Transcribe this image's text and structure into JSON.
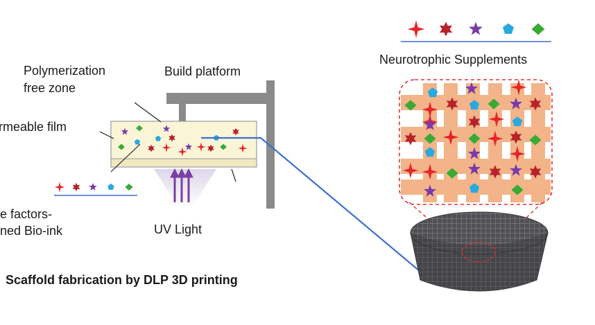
{
  "labels": {
    "polymerization_line1": "Polymerization",
    "polymerization_line2": "free zone",
    "build_platform": "Build platform",
    "permeable_film": "rmeable film",
    "bioink_line1": "e factors-",
    "bioink_line2": "ned Bio-ink",
    "uv_light": "UV Light",
    "caption": "Scaffold fabrication by DLP 3D printing",
    "neurotrophic": "Neurotrophic Supplements"
  },
  "colors": {
    "red_cross": "#e8232a",
    "dark_red_star": "#b8222a",
    "purple_star": "#7a3aa8",
    "cyan_pentagon": "#29a9df",
    "green_diamond": "#3aaa35",
    "link_line": "#3a6fd0",
    "apparatus_gray": "#8a8a8a",
    "grid_bar": "#f2b488",
    "dashed_outline": "#e03030",
    "uv_arrow": "#7b3fa3"
  },
  "icons": [
    "red-cross-icon",
    "dark-red-star-icon",
    "purple-star-icon",
    "cyan-pentagon-icon",
    "green-diamond-icon"
  ]
}
